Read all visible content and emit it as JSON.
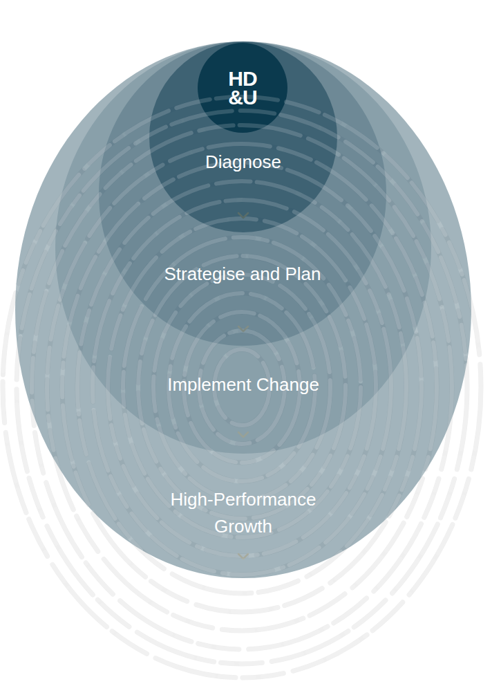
{
  "diagram": {
    "nodes": [
      {
        "text": [
          "High-Performance Growth"
        ]
      },
      {
        "text": [
          "Implement Change"
        ],
        "in": 0
      },
      {
        "text": [
          "Strategise and Plan"
        ],
        "in": 1
      },
      {
        "text": [
          "Diagnose"
        ],
        "in": 2
      },
      {
        "text": [
          "HD &U"
        ],
        "in": 3
      }
    ]
  }
}
